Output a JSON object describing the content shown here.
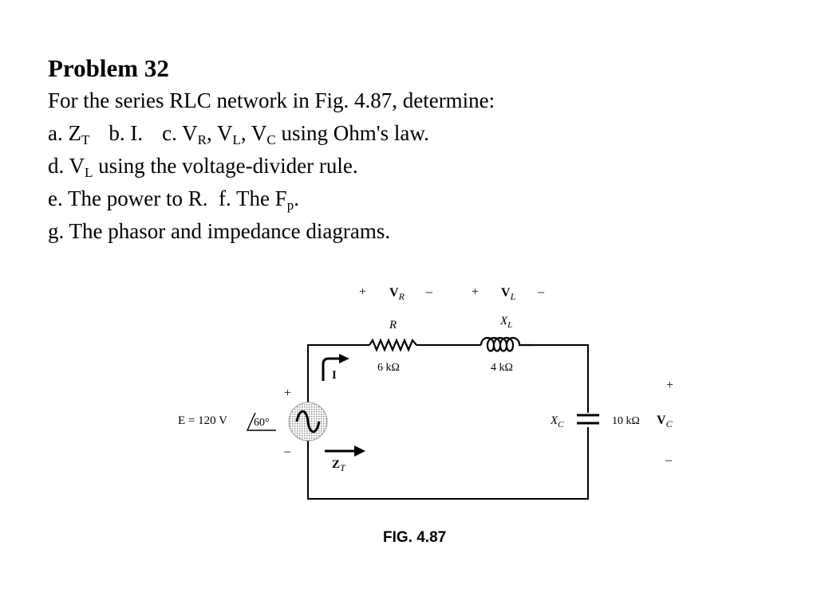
{
  "problem": {
    "title": "Problem 32",
    "intro": "For the series RLC network in Fig. 4.87, determine:",
    "a_prefix": "a. Z",
    "a_sub": "T",
    "b": "b. I.",
    "c_prefix": "c. V",
    "c_sub1": "R",
    "c_sep1": ", V",
    "c_sub2": "L",
    "c_sep2": ", V",
    "c_sub3": "C",
    "c_suffix": " using Ohm's law.",
    "d_prefix": "d. V",
    "d_sub": "L",
    "d_suffix": " using the voltage-divider rule.",
    "e": "e. The power to R.  f. The F",
    "f_sub": "p",
    "f_suffix": ".",
    "g": "g. The phasor and impedance diagrams."
  },
  "circuit": {
    "plus": "+",
    "minus": "–",
    "vr_main": "V",
    "vr_sub": "R",
    "vl_main": "V",
    "vl_sub": "L",
    "r_symbol": "R",
    "r_value": "6 kΩ",
    "xl_main": "X",
    "xl_sub": "L",
    "xl_value": "4 kΩ",
    "xc_main": "X",
    "xc_sub": "C",
    "xc_value": "10 kΩ",
    "vc_main": "V",
    "vc_sub": "C",
    "source_label": "E = 120 V",
    "source_angle": "60°",
    "current_label": "I",
    "zt_main": "Z",
    "zt_sub": "T",
    "fig_caption": "FIG. 4.87"
  }
}
